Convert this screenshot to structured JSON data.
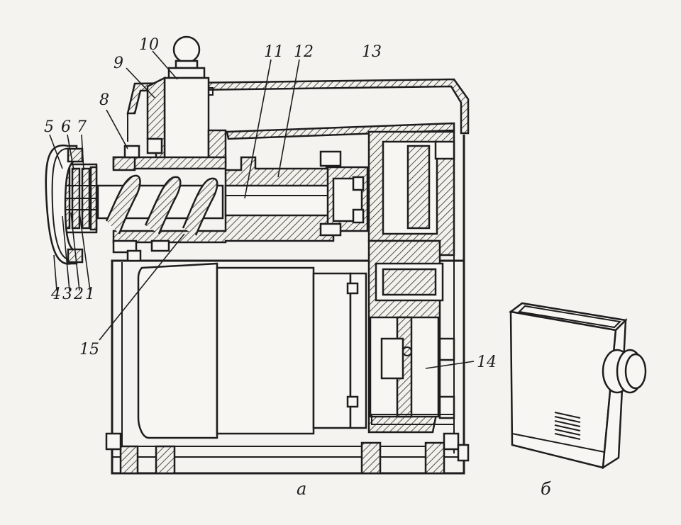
{
  "figure": {
    "callouts": [
      "1",
      "2",
      "3",
      "4",
      "5",
      "6",
      "7",
      "8",
      "9",
      "10",
      "11",
      "12",
      "13",
      "14",
      "15"
    ],
    "view_a_caption": "а",
    "view_b_caption": "б"
  }
}
